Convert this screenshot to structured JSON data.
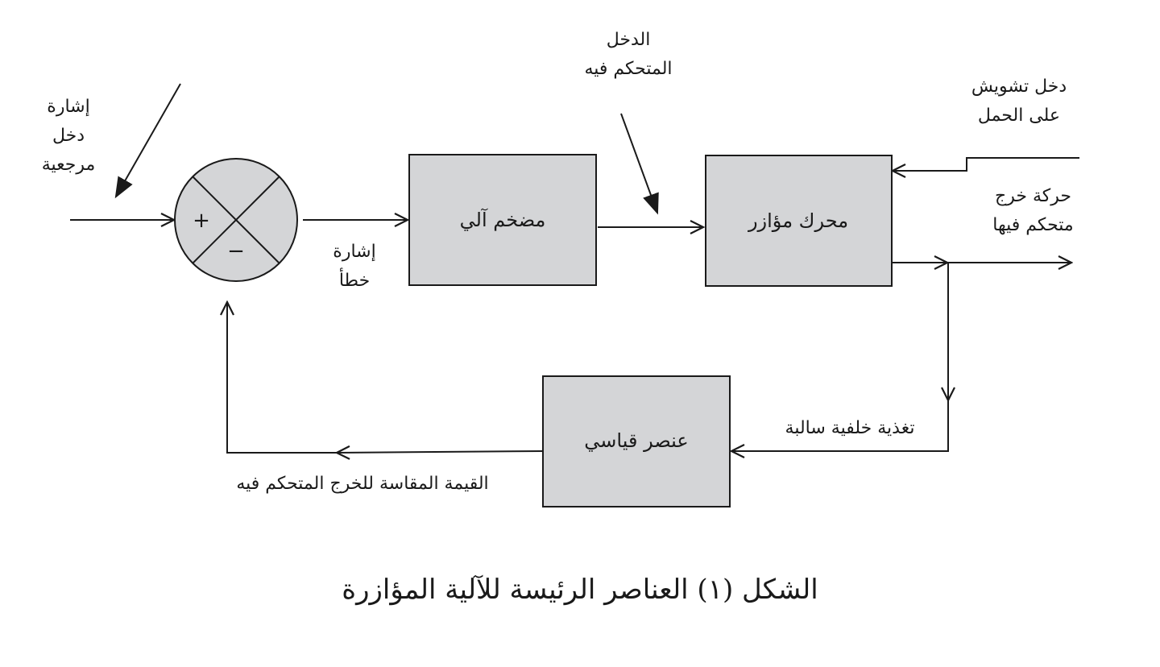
{
  "colors": {
    "block_fill": "#d4d5d7",
    "stroke": "#1a1a1a",
    "background": "#ffffff"
  },
  "labels": {
    "reference_input": [
      "إشارة",
      "دخل",
      "مرجعية"
    ],
    "controlled_input": [
      "الدخل",
      "المتحكم فيه"
    ],
    "disturbance_input": [
      "دخل تشويش",
      "على الحمل"
    ],
    "controlled_output": [
      "حركة خرج",
      "متحكم فيها"
    ],
    "error_signal": [
      "إشارة",
      "خطأ"
    ],
    "negative_feedback": "تغذية خلفية سالبة",
    "measured_value": "القيمة المقاسة للخرج المتحكم فيه"
  },
  "blocks": {
    "amplifier": "مضخم آلي",
    "servo_motor": "محرك مؤازر",
    "measuring_element": "عنصر قياسي"
  },
  "summing_junction": {
    "plus": "+",
    "minus": "−"
  },
  "caption": "الشكل (١) العناصر الرئيسة للآلية المؤازرة"
}
